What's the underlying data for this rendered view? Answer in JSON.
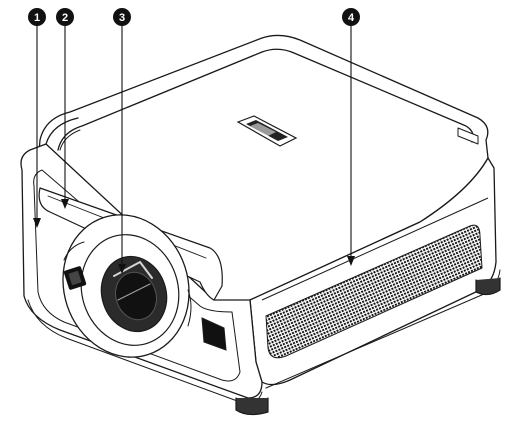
{
  "callouts": [
    {
      "number": "1",
      "target": "front-panel"
    },
    {
      "number": "2",
      "target": "top-bezel"
    },
    {
      "number": "3",
      "target": "lens"
    },
    {
      "number": "4",
      "target": "side-vent"
    }
  ],
  "colors": {
    "outline": "#1a1a1a",
    "badge": "#111111",
    "badge_text": "#ffffff",
    "background": "#ffffff"
  }
}
